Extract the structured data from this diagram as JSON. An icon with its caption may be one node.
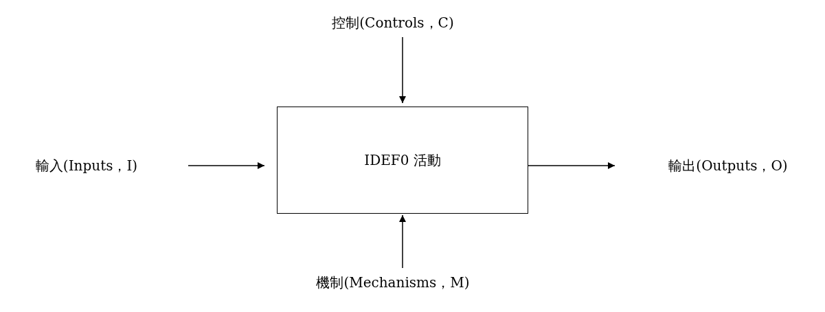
{
  "diagram": {
    "nodes": [
      {
        "text": [
          "IDEF0 活動"
        ]
      },
      {
        "text": [
          "控制(Controls，C)"
        ]
      },
      {
        "text": [
          "輸入(Inputs，I)"
        ]
      },
      {
        "text": [
          "輸出(Outputs，O)"
        ]
      },
      {
        "text": [
          "機制(Mechanisms，M)"
        ]
      }
    ],
    "edges": [
      {
        "from": 1,
        "to": 0,
        "arrow": "to"
      },
      {
        "from": 2,
        "to": 0,
        "arrow": "to"
      },
      {
        "from": 0,
        "to": 3,
        "arrow": "to"
      },
      {
        "from": 4,
        "to": 0,
        "arrow": "to"
      }
    ]
  }
}
